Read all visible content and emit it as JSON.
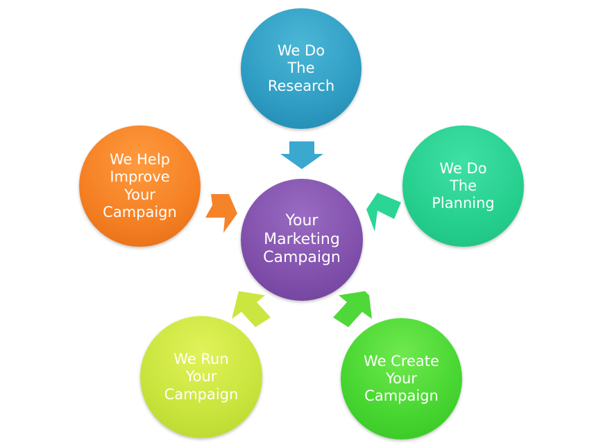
{
  "diagram": {
    "center": {
      "lines": [
        "Your",
        "Marketing",
        "Campaign"
      ],
      "color": "#8050ab"
    },
    "nodes": [
      {
        "id": "research",
        "lines": [
          "We Do",
          "The",
          "Research"
        ],
        "color": "#2f9cc3"
      },
      {
        "id": "planning",
        "lines": [
          "We Do",
          "The",
          "Planning"
        ],
        "color": "#26cf8e"
      },
      {
        "id": "create",
        "lines": [
          "We Create",
          "Your",
          "Campaign"
        ],
        "color": "#46d530"
      },
      {
        "id": "run",
        "lines": [
          "We Run",
          "Your",
          "Campaign"
        ],
        "color": "#c8e43c"
      },
      {
        "id": "improve",
        "lines": [
          "We Help",
          "Improve",
          "Your",
          "Campaign"
        ],
        "color": "#f57f23"
      }
    ],
    "arrows": [
      {
        "from": "research",
        "to": "center",
        "color": "#3aa8cf"
      },
      {
        "from": "planning",
        "to": "center",
        "color": "#2bd695"
      },
      {
        "from": "create",
        "to": "center",
        "color": "#4fd83a"
      },
      {
        "from": "run",
        "to": "center",
        "color": "#cbe640"
      },
      {
        "from": "improve",
        "to": "center",
        "color": "#f5832a"
      }
    ]
  }
}
